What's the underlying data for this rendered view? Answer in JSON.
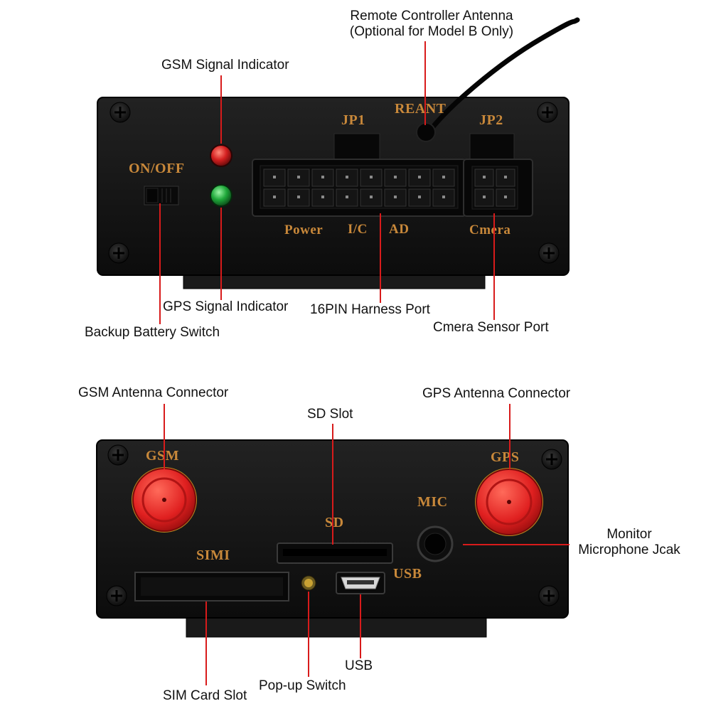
{
  "callouts": {
    "remote_antenna_line1": "Remote Controller Antenna",
    "remote_antenna_line2": "(Optional for Model B Only)",
    "gsm_signal": "GSM Signal Indicator",
    "gps_signal": "GPS Signal Indicator",
    "backup_battery": "Backup Battery Switch",
    "harness_port": "16PIN Harness Port",
    "camera_port": "Cmera Sensor Port",
    "gsm_antenna": "GSM Antenna Connector",
    "sd_slot": "SD Slot",
    "gps_antenna": "GPS Antenna Connector",
    "monitor_mic_line1": "Monitor",
    "monitor_mic_line2": "Microphone Jcak",
    "usb": "USB",
    "popup_switch": "Pop-up Switch",
    "sim_slot": "SIM Card Slot"
  },
  "front_panel": {
    "onoff": "ON/OFF",
    "jp1": "JP1",
    "jp2": "JP2",
    "reant": "REANT",
    "power": "Power",
    "ic": "I/C",
    "ad": "AD",
    "cmera": "Cmera"
  },
  "back_panel": {
    "gsm": "GSM",
    "gps": "GPS",
    "mic": "MIC",
    "sd": "SD",
    "simi": "SIMI",
    "usb": "USB"
  },
  "colors": {
    "leader": "#d81b1b",
    "panel": "#161616",
    "silk_text": "#c8883a",
    "red_led": "#d42020",
    "green_led": "#1fa83a",
    "sma_red": "#e02020",
    "gold": "#c9a233"
  }
}
